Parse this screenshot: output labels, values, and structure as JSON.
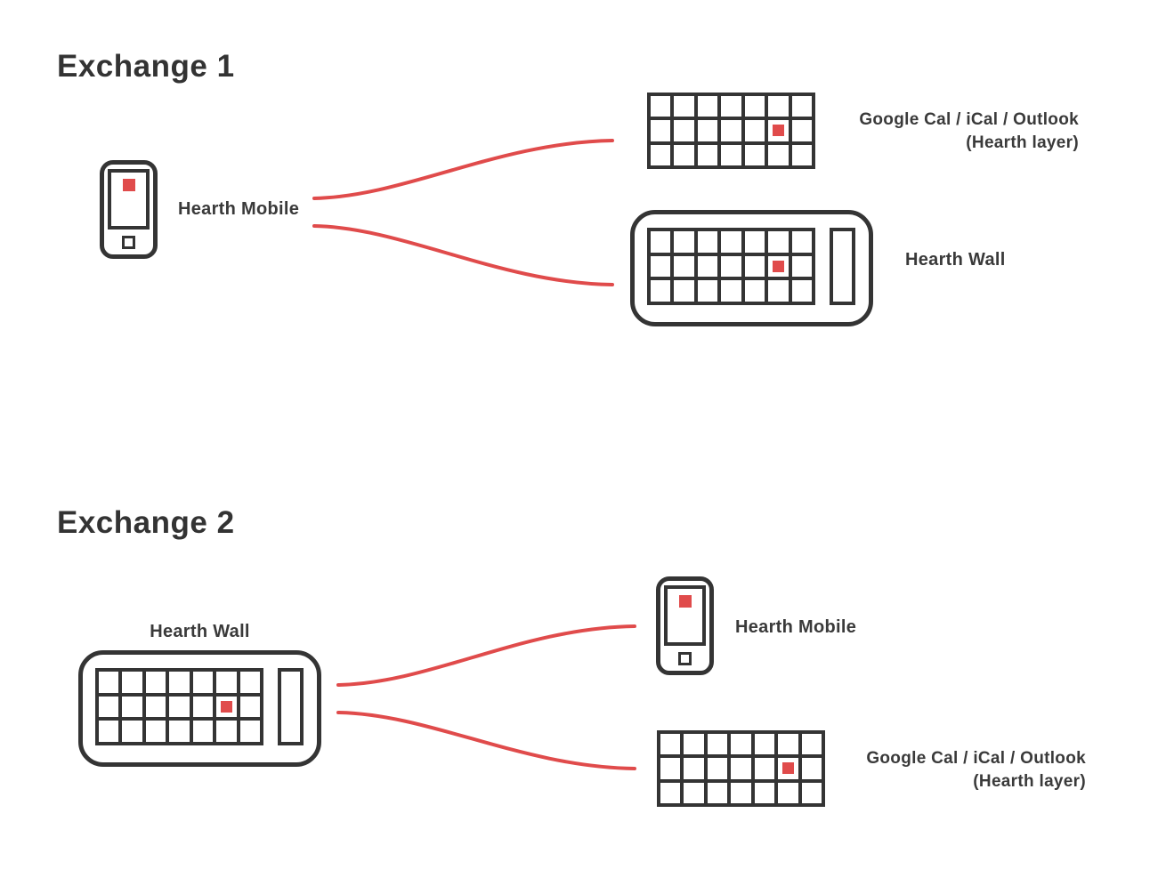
{
  "colors": {
    "ink": "#343434",
    "accent": "#E04B4B",
    "text": "#3A3A3A"
  },
  "calendar_grid": {
    "cols": 7,
    "rows": 3,
    "highlight": {
      "col": 6,
      "row": 2
    }
  },
  "exchange1": {
    "title": "Exchange 1",
    "mobile_label": "Hearth Mobile",
    "calendar_label_line1": "Google Cal / iCal / Outlook",
    "calendar_label_line2": "(Hearth layer)",
    "wall_label": "Hearth Wall"
  },
  "exchange2": {
    "title": "Exchange 2",
    "wall_label": "Hearth Wall",
    "mobile_label": "Hearth Mobile",
    "calendar_label_line1": "Google Cal / iCal / Outlook",
    "calendar_label_line2": "(Hearth layer)"
  },
  "icons": {
    "mobile": "smartphone-icon",
    "wall": "wall-display-icon",
    "calendar": "calendar-grid-icon",
    "event": "event-marker",
    "connection": "sync-curve"
  }
}
